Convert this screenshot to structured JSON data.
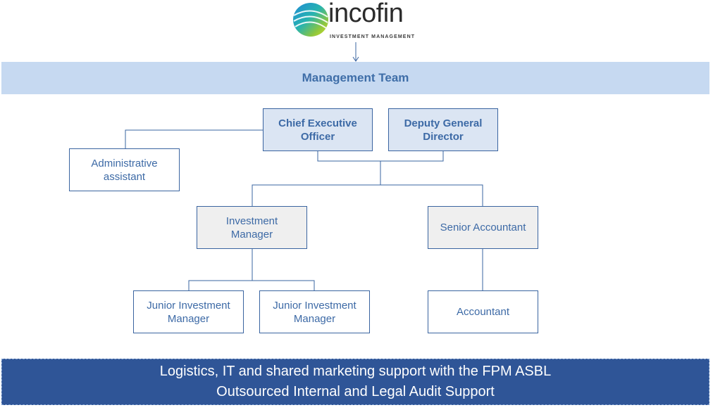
{
  "logo": {
    "name": "incofin",
    "tagline": "INVESTMENT MANAGEMENT",
    "colors": [
      "#1f8ad6",
      "#27b3b0",
      "#8cc63f",
      "#d9e021"
    ]
  },
  "header": {
    "title": "Management Team"
  },
  "chart": {
    "ceo": "Chief Executive Officer",
    "deputy": "Deputy General Director",
    "admin": "Administrative assistant",
    "investment_manager": "Investment Manager",
    "senior_accountant": "Senior Accountant",
    "junior_1": "Junior Investment Manager",
    "junior_2": "Junior Investment Manager",
    "accountant": "Accountant"
  },
  "footer": {
    "line1": "Logistics, IT and shared marketing support with the FPM ASBL",
    "line2": "Outsourced Internal and Legal Audit Support"
  },
  "colors": {
    "banner_light": "#c6d9f1",
    "banner_dark": "#2f5597",
    "box_border": "#3a64a0",
    "text_blue": "#3d6aa6"
  }
}
